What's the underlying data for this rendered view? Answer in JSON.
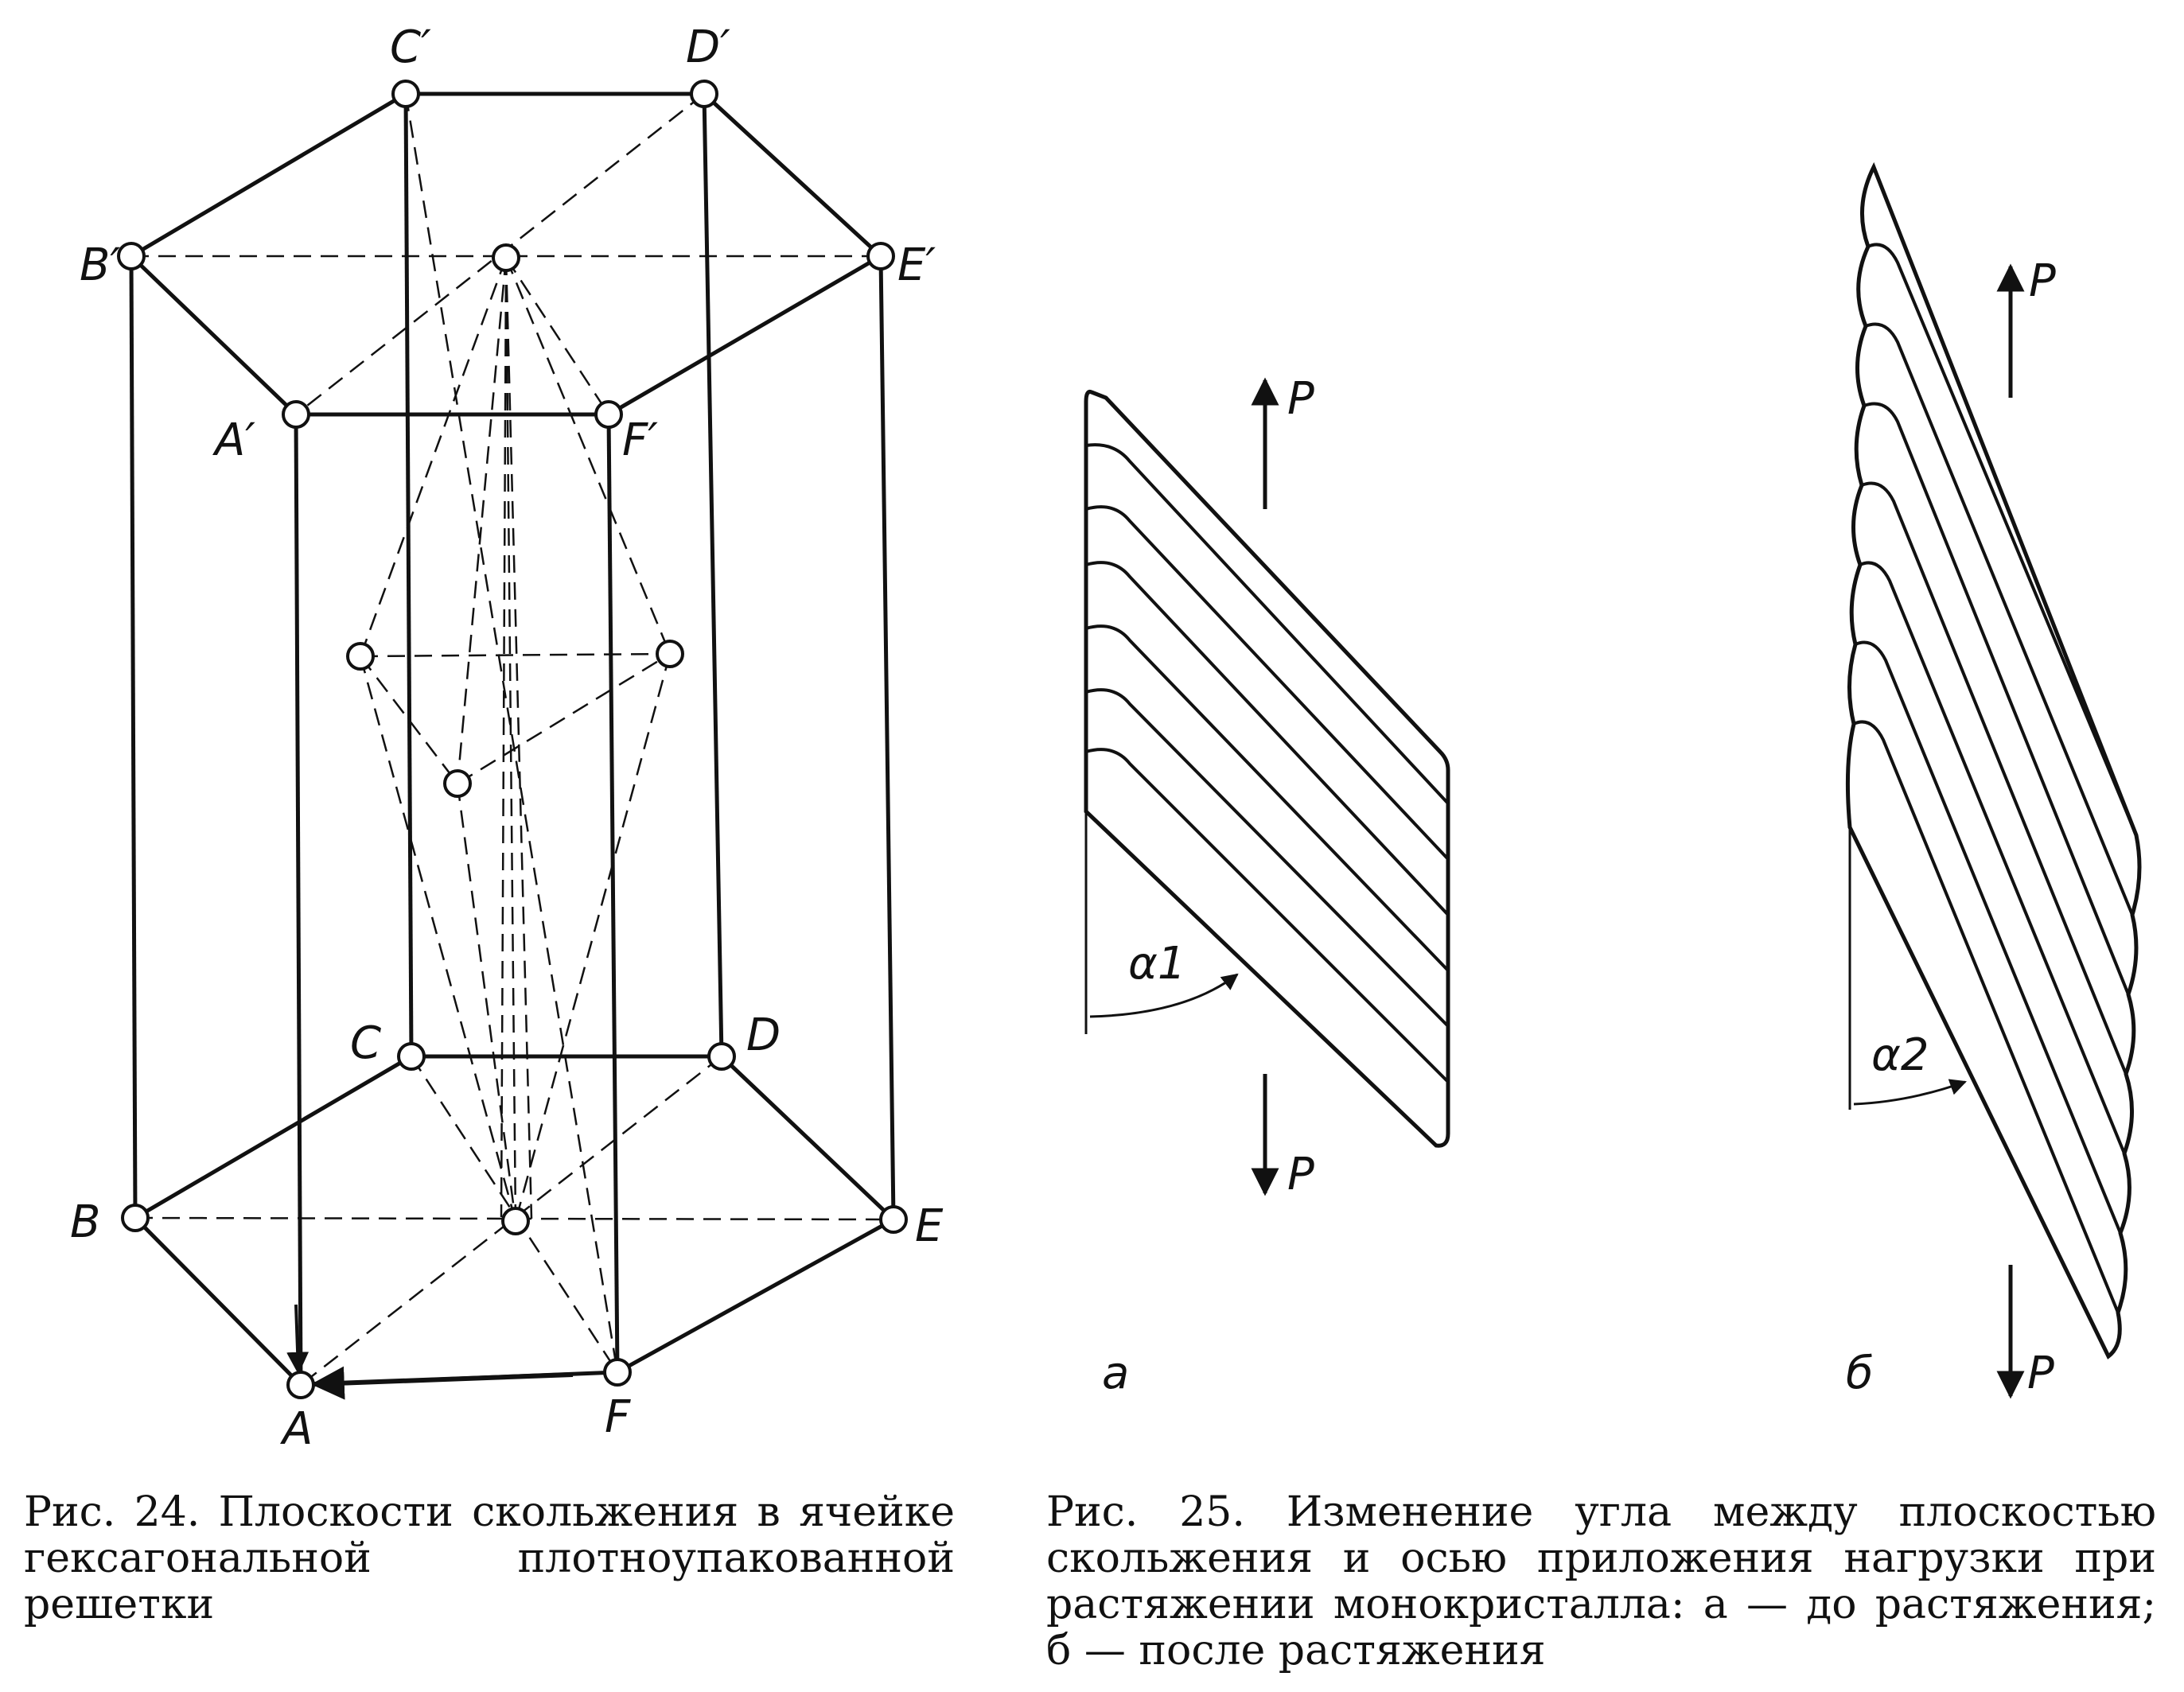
{
  "fig24": {
    "vertices": {
      "C_prime": "C′",
      "D_prime": "D′",
      "B_prime": "B′",
      "E_prime": "E′",
      "A_prime": "A′",
      "F_prime": "F′",
      "C": "C",
      "D": "D",
      "B": "B",
      "E": "E",
      "A": "A",
      "F": "F"
    },
    "caption": "Рис. 24. Плоскости скольжения в ячейке гексагональной плотноупакованной решетки"
  },
  "fig25": {
    "load_label": "P",
    "alpha1": "α1",
    "alpha2": "α2",
    "panel_a": "а",
    "panel_b": "б",
    "caption": "Рис. 25. Изменение угла между плоскостью скольжения и осью приложения нагрузки при растяжении монокристалла: а — до растяжения; б — после растяжения"
  },
  "colors": {
    "ink": "#111111",
    "background": "#ffffff"
  }
}
